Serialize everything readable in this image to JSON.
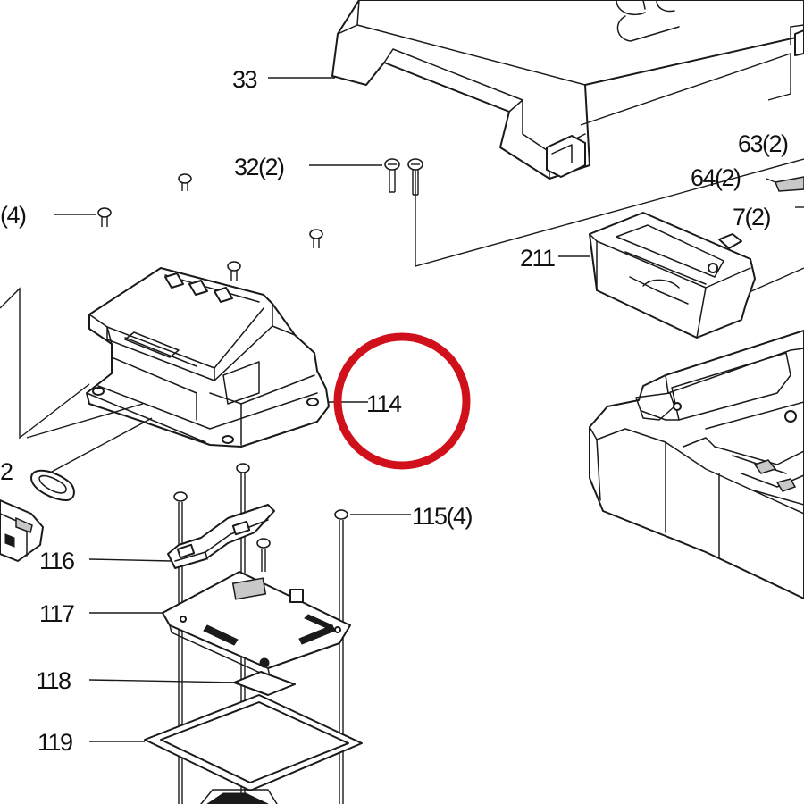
{
  "callouts": {
    "c33": "33",
    "c32": "32(2)",
    "c63": "63(2)",
    "c64": "64(2)",
    "c7": "7(2)",
    "c211": "211",
    "c_4": "(4)",
    "c114": "114",
    "c2": "2",
    "c115": "115(4)",
    "c116": "116",
    "c117": "117",
    "c118": "118",
    "c119": "119"
  },
  "highlight": {
    "target_part": "114",
    "color": "#d0101a"
  },
  "colors": {
    "line": "#1a1a1a",
    "background": "#ffffff"
  }
}
